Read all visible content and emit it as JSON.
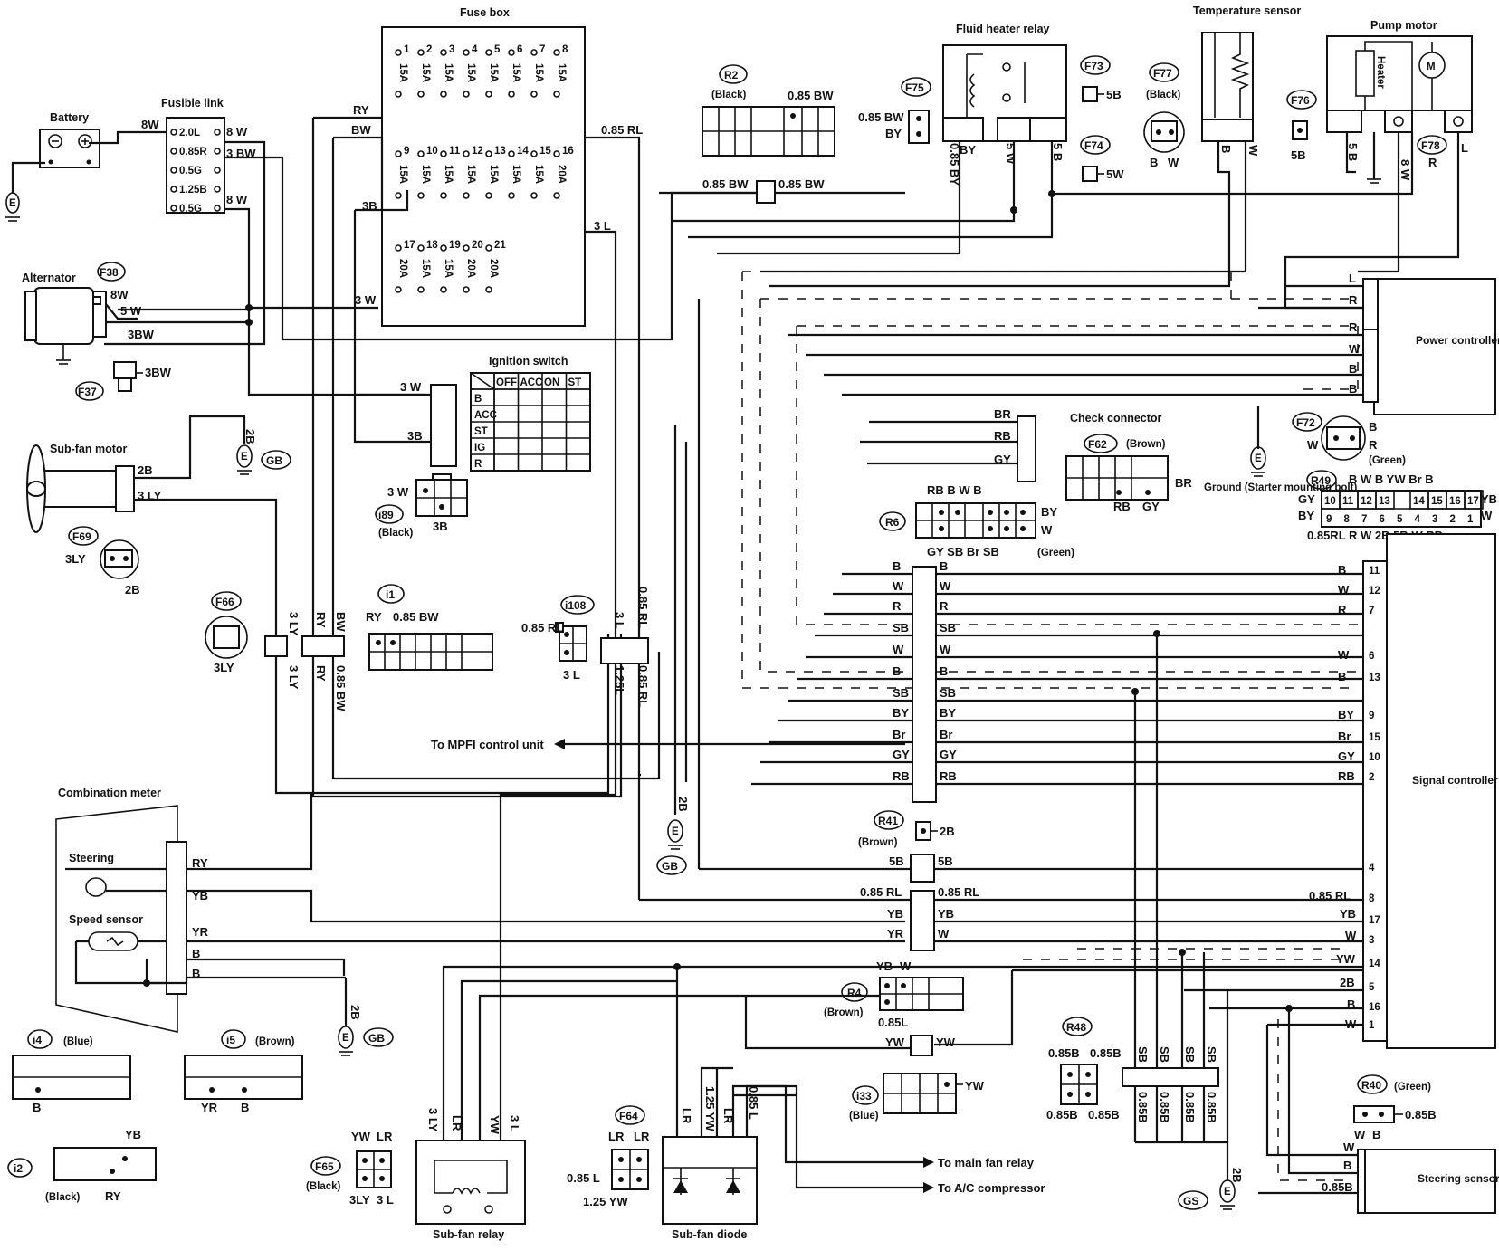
{
  "diagram": {
    "components": {
      "fuse_box": "Fuse box",
      "fusible_link": "Fusible link",
      "battery": "Battery",
      "alternator": "Alternator",
      "ignition_switch": "Ignition switch",
      "sub_fan_motor": "Sub-fan motor",
      "combination_meter": "Combination meter",
      "steering": "Steering",
      "speed_sensor": "Speed sensor",
      "fluid_heater_relay": "Fluid heater relay",
      "temperature_sensor": "Temperature sensor",
      "pump_motor": "Pump motor",
      "heater": "Heater",
      "power_controller": "Power controller",
      "check_connector": "Check connector",
      "signal_controller": "Signal controller",
      "ground_note": "Ground (Starter mounting bolt)",
      "sub_fan_relay": "Sub-fan relay",
      "sub_fan_diode": "Sub-fan diode",
      "steering_sensor": "Steering sensor"
    },
    "destinations": {
      "mpfi": "To MPFI control unit",
      "main_fan_relay": "To main fan relay",
      "ac_compressor": "To A/C compressor"
    },
    "fuses": [
      {
        "n": "1",
        "a": "15A"
      },
      {
        "n": "2",
        "a": "15A"
      },
      {
        "n": "3",
        "a": "15A"
      },
      {
        "n": "4",
        "a": "15A"
      },
      {
        "n": "5",
        "a": "15A"
      },
      {
        "n": "6",
        "a": "15A"
      },
      {
        "n": "7",
        "a": "15A"
      },
      {
        "n": "8",
        "a": "15A"
      },
      {
        "n": "9",
        "a": "15A"
      },
      {
        "n": "10",
        "a": "15A"
      },
      {
        "n": "11",
        "a": "15A"
      },
      {
        "n": "12",
        "a": "15A"
      },
      {
        "n": "13",
        "a": "15A"
      },
      {
        "n": "14",
        "a": "15A"
      },
      {
        "n": "15",
        "a": "15A"
      },
      {
        "n": "16",
        "a": "20A"
      },
      {
        "n": "17",
        "a": "20A"
      },
      {
        "n": "18",
        "a": "15A"
      },
      {
        "n": "19",
        "a": "15A"
      },
      {
        "n": "20",
        "a": "20A"
      },
      {
        "n": "21",
        "a": "20A"
      }
    ],
    "fusible_links": [
      "2.0L",
      "0.85R",
      "0.5G",
      "1.25B",
      "0.5G"
    ],
    "ignition_table": {
      "columns": [
        "OFF",
        "ACC",
        "ON",
        "ST"
      ],
      "rows": [
        "B",
        "ACC",
        "ST",
        "IG",
        "R"
      ]
    },
    "grounds": [
      "E",
      "GB",
      "GS"
    ],
    "connectors": {
      "F38": "F38",
      "F37": "F37",
      "F69": "F69",
      "F66": "F66",
      "F65": "F65",
      "F64": "F64",
      "F75": "F75",
      "F73": "F73",
      "F74": "F74",
      "F77": "F77",
      "F76": "F76",
      "F78": "F78",
      "F72": "F72",
      "F62": "F62",
      "R2": "R2",
      "R6": "R6",
      "R49": "R49",
      "R41": "R41",
      "R4": "R4",
      "R48": "R48",
      "R40": "R40",
      "i89": "i89",
      "i1": "i1",
      "i108": "i108",
      "i4": "i4",
      "i5": "i5",
      "i2": "i2",
      "i33": "i33"
    },
    "connector_colors": {
      "black": "(Black)",
      "brown": "(Brown)",
      "green": "(Green)",
      "blue": "(Blue)"
    },
    "wires": {
      "bw8": "8W",
      "w8": "8 W",
      "bw3": "3 BW",
      "w5": "5 W",
      "bw3b": "3BW",
      "ry": "RY",
      "bw": "BW",
      "b3": "3B",
      "w3": "3 W",
      "rl085": "0.85 RL",
      "l3": "3 L",
      "bw085": "0.85 BW",
      "b2": "2B",
      "ly3": "3 LY",
      "ly3b": "3LY",
      "l125": "1.25L",
      "rl085v": "0.85 RL",
      "by085": "0.85 BY",
      "w5v": "5 W",
      "b5v": "5 B",
      "b5": "5B",
      "w5b": "5W",
      "bw085b": "0.85 BW",
      "by": "BY",
      "w8b": "8 W",
      "r": "R",
      "l": "L",
      "b": "B",
      "w": "W",
      "rb": "RB",
      "gy": "GY",
      "br": "BR",
      "sb": "SB",
      "brr": "Br",
      "yb": "YB",
      "yr": "YR",
      "yw": "YW",
      "lr": "LR",
      "l085": "0.85 L",
      "yw125": "1.25 YW",
      "b085": "0.85B",
      "l085b": "0.85L",
      "rl085b": "0.85 RL",
      "ry085": "0.85 RL"
    },
    "signal_pins": [
      {
        "pin": "11",
        "wire": "B"
      },
      {
        "pin": "12",
        "wire": "W"
      },
      {
        "pin": "7",
        "wire": "R"
      },
      {
        "pin": "6",
        "wire": "W"
      },
      {
        "pin": "13",
        "wire": "B"
      },
      {
        "pin": "9",
        "wire": "BY"
      },
      {
        "pin": "15",
        "wire": "Br"
      },
      {
        "pin": "10",
        "wire": "GY"
      },
      {
        "pin": "2",
        "wire": "RB"
      },
      {
        "pin": "4",
        "wire": "5B"
      },
      {
        "pin": "8",
        "wire": "0.85 RL"
      },
      {
        "pin": "17",
        "wire": "YB"
      },
      {
        "pin": "3",
        "wire": "W"
      },
      {
        "pin": "14",
        "wire": "YW"
      },
      {
        "pin": "5",
        "wire": "2B"
      },
      {
        "pin": "16",
        "wire": "B"
      },
      {
        "pin": "1",
        "wire": "W"
      }
    ],
    "r6_left": [
      "B",
      "W",
      "R",
      "SB",
      "W",
      "B",
      "SB",
      "BY",
      "Br",
      "GY",
      "RB"
    ],
    "r6_right": [
      "B",
      "W",
      "R",
      "SB",
      "W",
      "B",
      "SB",
      "BY",
      "Br",
      "GY",
      "RB"
    ],
    "r49_top": [
      "10",
      "11",
      "12",
      "13",
      "14",
      "15",
      "16",
      "17"
    ],
    "r49_bot": [
      "9",
      "8",
      "7",
      "6",
      "5",
      "4",
      "3",
      "2",
      "1"
    ],
    "r49_top_wires": "B  W  B     YW  Br  B",
    "r49_bot_wires": "0.85RL   R   W  2B 5B  W  RB",
    "r6_top_wires": "RB   B     W   B",
    "r6_bot_wires": "GY      SB  Br  SB",
    "r48_wires": [
      "0.85B",
      "0.85B",
      "0.85B",
      "0.85B"
    ],
    "sb": "SB"
  }
}
